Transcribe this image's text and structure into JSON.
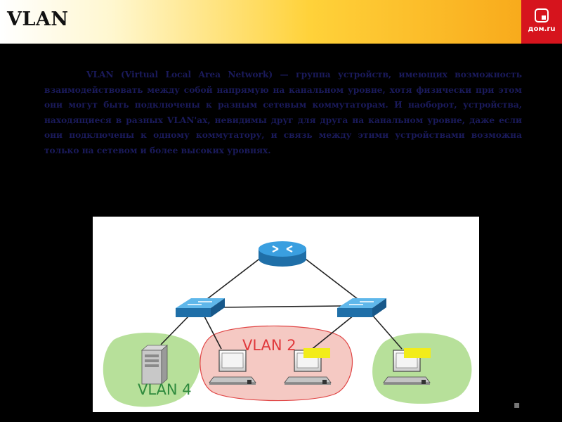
{
  "slide": {
    "title": "VLAN",
    "logo_text": "дом.ru",
    "body": "VLAN (Virtual Local Area Network) — группа устройств, имеющих возможность взаимодействовать между собой напрямую на канальном уровне, хотя физически при этом они могут быть подключены к разным сетевым коммутаторам. И наоборот, устройства, находящиеся в разных VLAN'ах, невидимы друг для друга на канальном уровне, даже если они подключены к одному коммутатору, и связь между этими устройствами возможна только на сетевом и более высоких уровнях.",
    "page_marker": "▪"
  },
  "diagram": {
    "vlan2_label": "VLAN 2",
    "vlan4_label": "VLAN 4",
    "colors": {
      "vlan2_fill": "#f5c9c3",
      "vlan2_border": "#e04545",
      "vlan4_fill": "#b7e09a",
      "device_blue": "#2f8fd0",
      "yellow_tag": "#f2ec1a",
      "header_red": "#d6141d",
      "body_text": "#1a1a5a"
    },
    "icons": [
      "router-icon",
      "switch-icon",
      "server-icon",
      "computer-icon"
    ]
  }
}
